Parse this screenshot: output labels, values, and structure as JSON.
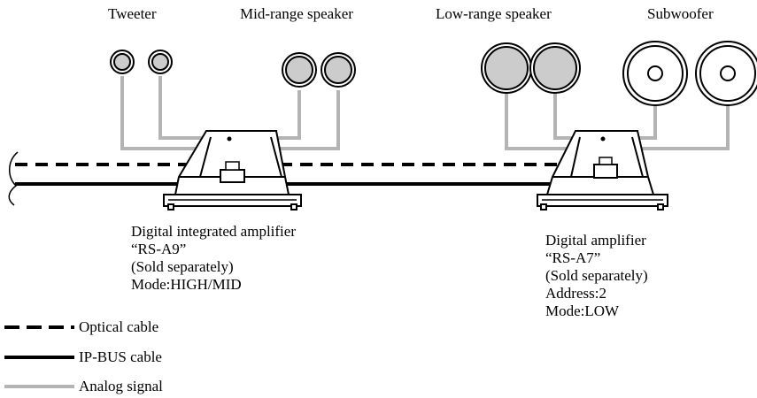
{
  "speaker_labels": {
    "tweeter": "Tweeter",
    "mid_range": "Mid-range speaker",
    "low_range": "Low-range speaker",
    "subwoofer": "Subwoofer"
  },
  "amplifier_a9": {
    "line1": "Digital integrated amplifier",
    "line2": "“RS-A9”",
    "line3": "(Sold separately)",
    "line4": "Mode:HIGH/MID"
  },
  "amplifier_a7": {
    "line1": "Digital amplifier",
    "line2": "“RS-A7”",
    "line3": "(Sold separately)",
    "line4": "Address:2",
    "line5": "Mode:LOW"
  },
  "legend": {
    "optical": "Optical cable",
    "ipbus": "IP-BUS cable",
    "analog": "Analog signal"
  },
  "colors": {
    "analog_line": "#b4b4b4",
    "speaker_fill": "#cccccc",
    "cable": "#000000"
  }
}
